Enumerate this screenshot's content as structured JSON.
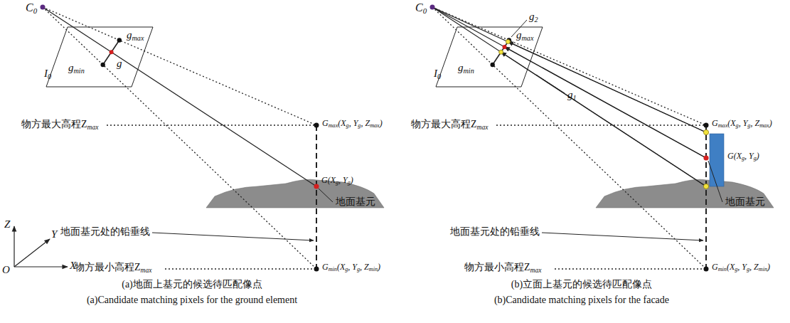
{
  "diagram": {
    "labels": [
      "C",
      "0",
      "I",
      "0",
      "g",
      "max",
      "g",
      "min",
      "g",
      "物方最大高程Z",
      "max",
      "G",
      "max",
      "(X",
      "g",
      ", Y",
      "g",
      ", Z",
      "max",
      ")",
      "G(X",
      "g",
      ", Y",
      "g",
      ")",
      "Z",
      "Y",
      "X",
      "O",
      "地面基元处的铅垂线",
      "地面基元",
      "物方最小高程Z",
      "max",
      "G",
      "min",
      "(X",
      "g",
      ", Y",
      "g",
      ", Z",
      "min",
      ")",
      "(a)地面上基元的候选待匹配像点",
      "(a)Candidate matching pixels for the ground element",
      "C",
      "0",
      "g",
      "2",
      "I",
      "0",
      "g",
      "min",
      "g",
      "max",
      "g",
      "1",
      "物方最大高程Z",
      "max",
      "G",
      "max",
      "(X",
      "g",
      ", Y",
      "g",
      ", Z",
      "max",
      ")",
      "G(X",
      "g",
      ", Y",
      "g",
      ")",
      "地面基元处的铅垂线",
      "地面基元",
      "物方最小高程Z",
      "max",
      "G",
      "min",
      "(X",
      "g",
      ", Y",
      "g",
      ", Z",
      "min",
      ")",
      "(b)立面上基元的候选待匹配像点",
      "(b)Candidate matching pixels for the facade"
    ]
  }
}
